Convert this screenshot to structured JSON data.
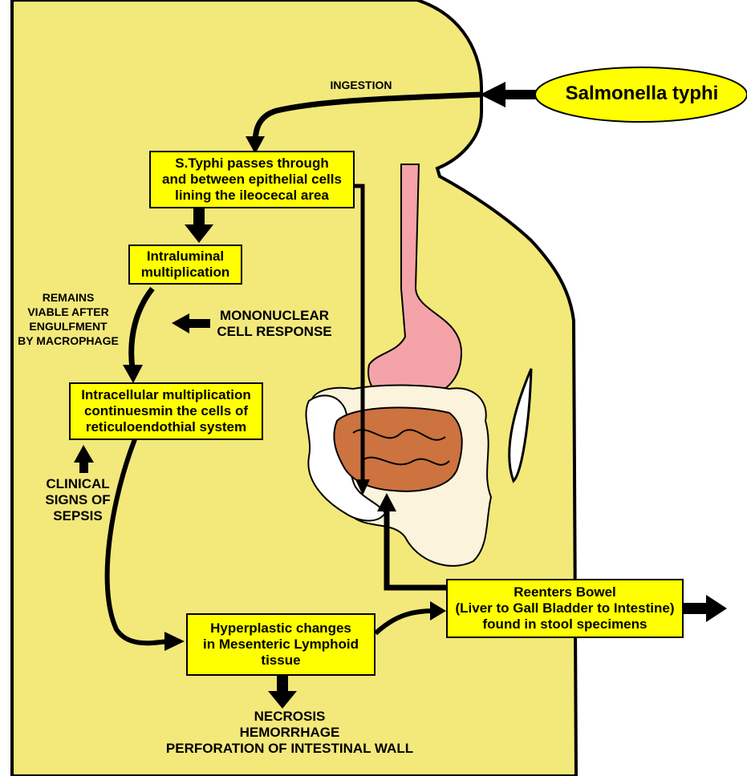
{
  "pathogen": "Salmonella typhi",
  "labels": {
    "ingestion": "INGESTION",
    "remains_viable": [
      "REMAINS",
      "VIABLE AFTER",
      "ENGULFMENT",
      "BY MACROPHAGE"
    ],
    "mononuclear": [
      "MONONUCLEAR",
      "CELL RESPONSE"
    ],
    "clinical_signs": [
      "CLINICAL",
      "SIGNS OF",
      "SEPSIS"
    ],
    "outcomes": [
      "NECROSIS",
      "HEMORRHAGE",
      "PERFORATION OF INTESTINAL WALL"
    ]
  },
  "boxes": {
    "passes_through": [
      "S.Typhi passes through",
      "and between epithelial cells",
      "lining the ileocecal area"
    ],
    "intraluminal": [
      "Intraluminal",
      "multiplication"
    ],
    "intracellular": [
      "Intracellular multiplication",
      "continuesmin the cells of",
      "reticuloendothial system"
    ],
    "hyperplastic": [
      "Hyperplastic changes",
      "in Mesenteric Lymphoid",
      "tissue"
    ],
    "reenters": [
      "Reenters Bowel",
      "(Liver to Gall Bladder to Intestine)",
      "found in stool specimens"
    ]
  },
  "colors": {
    "body": "#f3e87a",
    "box": "#ffff00",
    "esophagus": "#f4a3a8",
    "small_intestine": "#cc7340",
    "colon": "#fbf3dc",
    "outline": "#000000"
  }
}
